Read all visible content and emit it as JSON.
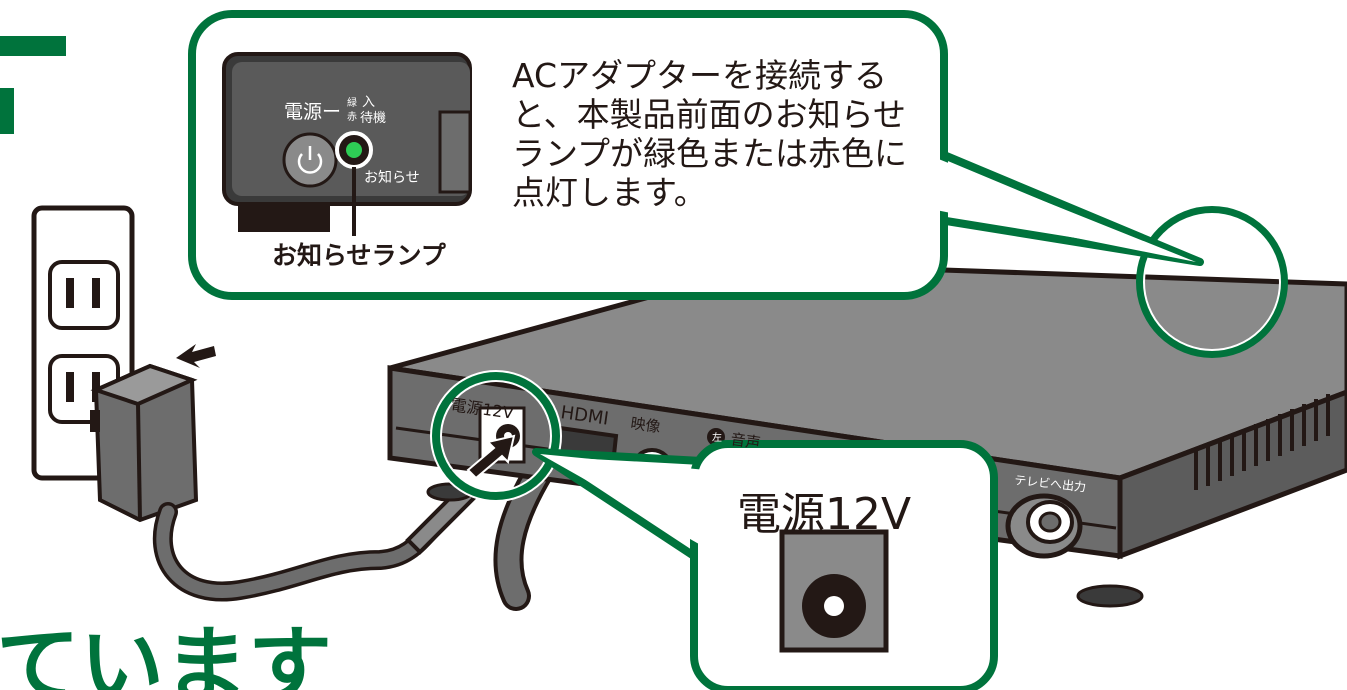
{
  "callout": {
    "text": "ACアダプターを接続すると、本製品前面のお知らせランプが緑色または赤色に点灯します。",
    "text_lines": [
      "ACアダプターを接続する",
      "と、本製品前面のお知らせ",
      "ランプが緑色または赤色に",
      "点灯します。"
    ],
    "lamp_label": "お知らせランプ"
  },
  "front_panel": {
    "power_label": "電源ー",
    "mode_mark_1": "緑",
    "mode_mark_2": "赤",
    "mode_on": "入",
    "mode_standby": "待機",
    "notice_label": "お知らせ"
  },
  "rear_panel": {
    "power_port_label": "電源12V",
    "hdmi_label": "HDMI",
    "video_label": "映像",
    "audio_label": "音声",
    "audio_mark": "左",
    "tv_out_label": "テレビへ出力"
  },
  "power_zoom": {
    "label": "電源12V"
  },
  "bottom_heading": "ています",
  "colors": {
    "accent_green": "#00733c",
    "lamp_green": "#2ecc55",
    "device_dark": "#3a3a3a",
    "device_mid": "#6d6d6d",
    "device_light": "#8a8a8a",
    "text_dark": "#231815",
    "video_jack_yellow": "#f2d41d"
  },
  "icons": [
    "power-icon",
    "arrow-icon",
    "ac-adapter-icon",
    "wall-outlet-icon"
  ]
}
